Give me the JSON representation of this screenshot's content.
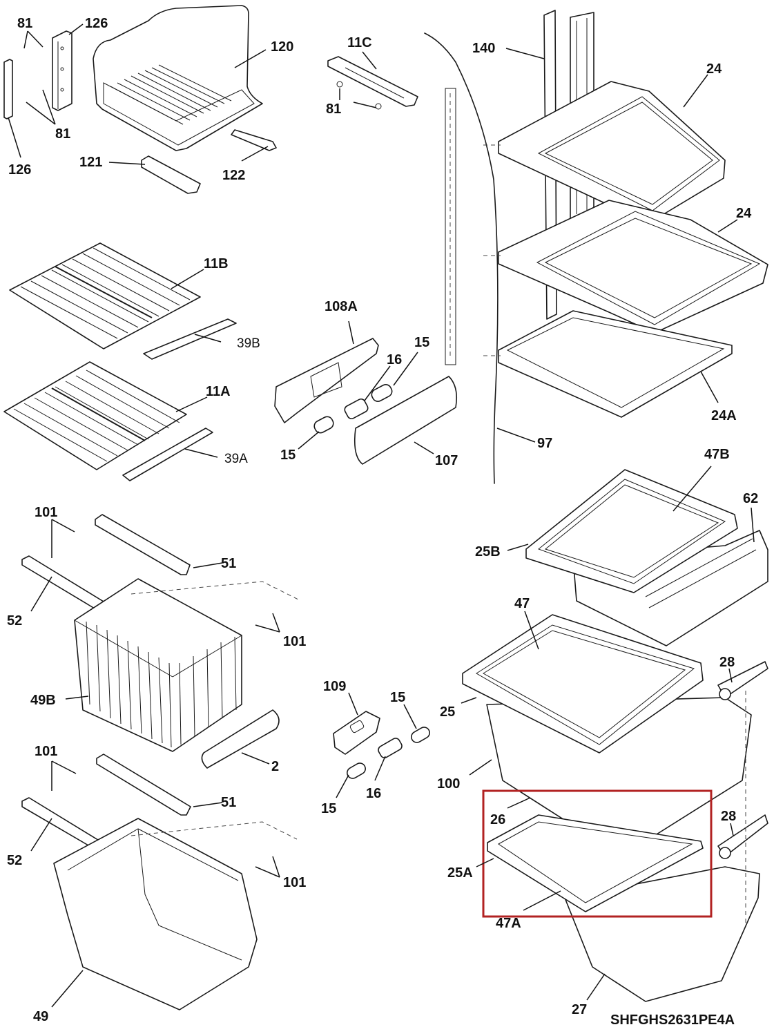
{
  "model_code": "SHFGHS2631PE4A",
  "highlight_color": "#b22222",
  "labels": {
    "l81a": "81",
    "l126a": "126",
    "l120": "120",
    "l81b": "81",
    "l126b": "126",
    "l121": "121",
    "l122": "122",
    "l11c": "11C",
    "l81c": "81",
    "l140": "140",
    "l24a": "24",
    "l24b": "24",
    "l24A": "24A",
    "l11b": "11B",
    "l39b": "39B",
    "l11a": "11A",
    "l39a": "39A",
    "l108a": "108A",
    "l16a": "16",
    "l15a": "15",
    "l15b": "15",
    "l107": "107",
    "l97": "97",
    "l47b": "47B",
    "l62": "62",
    "l25b": "25B",
    "l101a": "101",
    "l51a": "51",
    "l52a": "52",
    "l101b": "101",
    "l49b": "49B",
    "l2": "2",
    "l109": "109",
    "l15c": "15",
    "l15d": "15",
    "l16b": "16",
    "l47": "47",
    "l28a": "28",
    "l25": "25",
    "l100": "100",
    "l26": "26",
    "l28b": "28",
    "l25a": "25A",
    "l47a": "47A",
    "l101c": "101",
    "l51b": "51",
    "l52b": "52",
    "l101d": "101",
    "l49": "49",
    "l27": "27"
  }
}
